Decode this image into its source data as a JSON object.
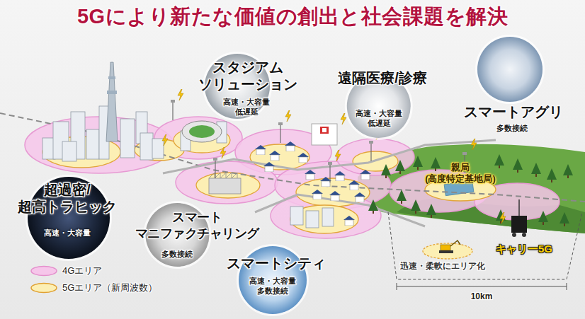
{
  "diagram": {
    "title": "5Gにより新たな価値の創出と社会課題を解決",
    "nodes": [
      {
        "text": [
          "スタジアム ソリューション",
          "高速・大容量 低遅延"
        ]
      },
      {
        "text": [
          "遠隔医療/診療",
          "高速・大容量 低遅延"
        ]
      },
      {
        "text": [
          "スマートアグリ",
          "多数接続"
        ]
      },
      {
        "text": [
          "超過密/ 超高トラヒック",
          "高速・大容量"
        ]
      },
      {
        "text": [
          "スマート マニファクチャリング",
          "多数接続"
        ]
      },
      {
        "text": [
          "スマートシティ",
          "高速・大容量 多数接続"
        ]
      }
    ],
    "labels": [
      "親局 (高度特定基地局)",
      "キャリー5G",
      "迅速・柔軟にエリア化",
      "10km"
    ],
    "legend": [
      {
        "text": "4Gエリア",
        "color": "#f6c6ea"
      },
      {
        "text": "5Gエリア（新周波数）",
        "color": "#fcefb4"
      }
    ]
  }
}
